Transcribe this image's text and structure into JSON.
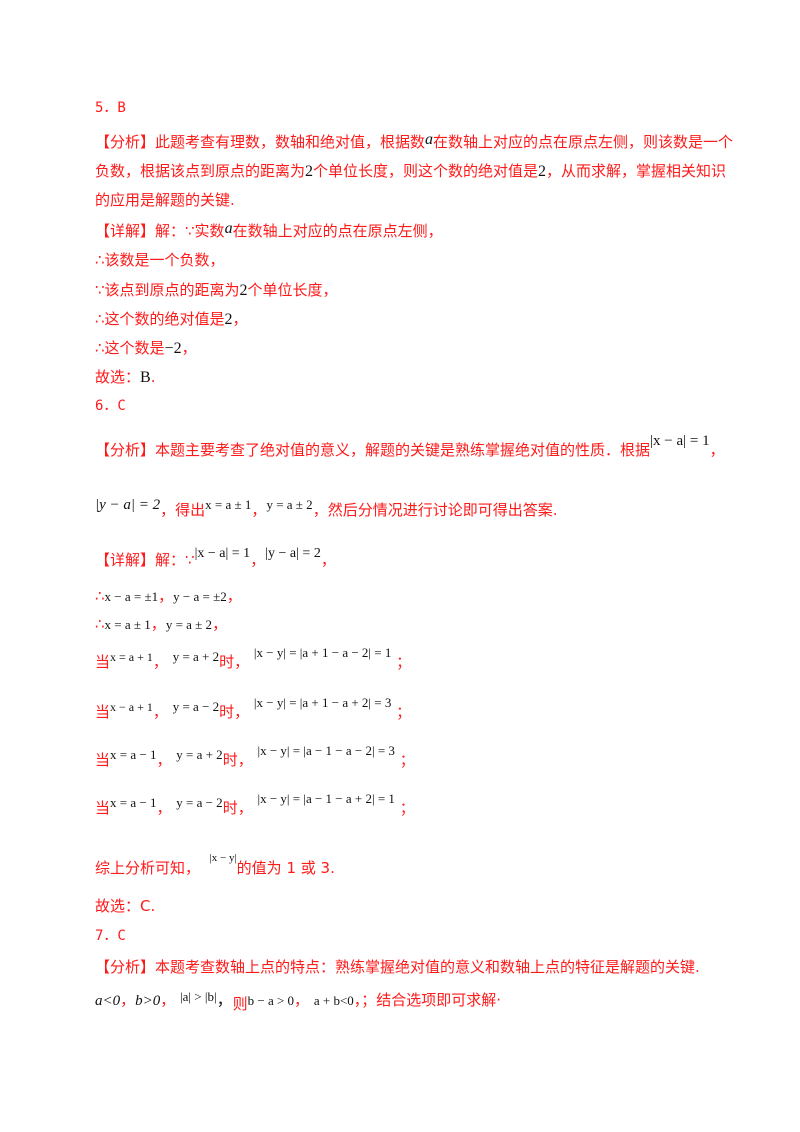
{
  "q5": {
    "heading": "5．B",
    "analysis_tag": "【分析】",
    "analysis_1a": "此题考查有理数，数轴和绝对值，根据数",
    "analysis_var": "a",
    "analysis_1b": "在数轴上对应的点在原点左侧，则该数是一个",
    "analysis_2a": "负数，根据该点到原点的距离为",
    "analysis_2num": "2",
    "analysis_2b": "个单位长度，则这个数的绝对值是",
    "analysis_2num2": "2",
    "analysis_2c": "，从而求解，掌握相关知识",
    "analysis_3": "的应用是解题的关键.",
    "detail_tag": "【详解】",
    "detail_1a": "解：∵实数",
    "detail_1var": "a",
    "detail_1b": "在数轴上对应的点在原点左侧，",
    "detail_2": "∴该数是一个负数，",
    "detail_3a": "∵该点到原点的距离为",
    "detail_3num": "2",
    "detail_3b": "个单位长度，",
    "detail_4a": "∴这个数的绝对值是",
    "detail_4num": "2",
    "detail_4b": "，",
    "detail_5a": "∴这个数是",
    "detail_5num": "−2",
    "detail_5b": "，",
    "choose_a": "故选：",
    "choose_ans": "B",
    "choose_b": "."
  },
  "q6": {
    "heading": "6．C",
    "analysis_tag": "【分析】",
    "analysis_1": "本题主要考查了绝对值的意义，解题的关键是熟练掌握绝对值的性质．根据",
    "analysis_1math": "|x − a| = 1",
    "analysis_1end": "，",
    "analysis_2math1": "|y − a| = 2",
    "analysis_2a": "，得出",
    "analysis_2math2": "x = a ± 1",
    "analysis_2b": "，",
    "analysis_2math3": "y = a ± 2",
    "analysis_2c": "，然后分情况进行讨论即可得出答案.",
    "detail_tag": "【详解】",
    "detail_1a": "解：∵",
    "detail_1math1": "|x − a| = 1",
    "detail_1sep": "，",
    "detail_1math2": "|y − a| = 2",
    "detail_1end": "，",
    "detail_2a": "∴",
    "detail_2math1": "x − a = ±1",
    "detail_2sep": "，",
    "detail_2math2": "y − a = ±2",
    "detail_2end": "，",
    "detail_3a": "∴",
    "detail_3math1": "x = a ± 1",
    "detail_3sep": "，",
    "detail_3math2": "y = a ± 2",
    "detail_3end": "，",
    "cases": [
      {
        "when": "当",
        "x": "x = a + 1",
        "sep": "，",
        "y": "y = a + 2",
        "then": "时，",
        "result": "|x − y| = |a + 1 − a − 2| = 1",
        "end": "；"
      },
      {
        "when": "当",
        "x": "x − a + 1",
        "sep": "，",
        "y": "y = a − 2",
        "then": "时，",
        "result": "|x − y| = |a + 1 − a + 2| = 3",
        "end": "；"
      },
      {
        "when": "当",
        "x": "x = a − 1",
        "sep": "，",
        "y": "y = a + 2",
        "then": "时，",
        "result": "|x − y| = |a − 1 − a − 2| = 3",
        "end": "；"
      },
      {
        "when": "当",
        "x": "x = a − 1",
        "sep": "，",
        "y": "y = a − 2",
        "then": "时，",
        "result": "|x − y| = |a − 1 − a + 2| = 1",
        "end": "；"
      }
    ],
    "summary_a": "综上分析可知，",
    "summary_math": "|x − y|",
    "summary_b": "的值为 1 或 3.",
    "choose": "故选：C."
  },
  "q7": {
    "heading": "7．C",
    "analysis_tag": "【分析】",
    "analysis_1": "本题考查数轴上点的特点：熟练掌握绝对值的意义和数轴上点的特征是解题的关键.",
    "m1": "a<0",
    "s1": "，",
    "m2": "b>0",
    "s2": "，",
    "m3": "|a| > |b|",
    "s3": "，",
    "then": "则",
    "m4": "b − a > 0",
    "s4": "，",
    "m5": "a + b<0",
    "s5": "，；结合选项即可求解·"
  }
}
